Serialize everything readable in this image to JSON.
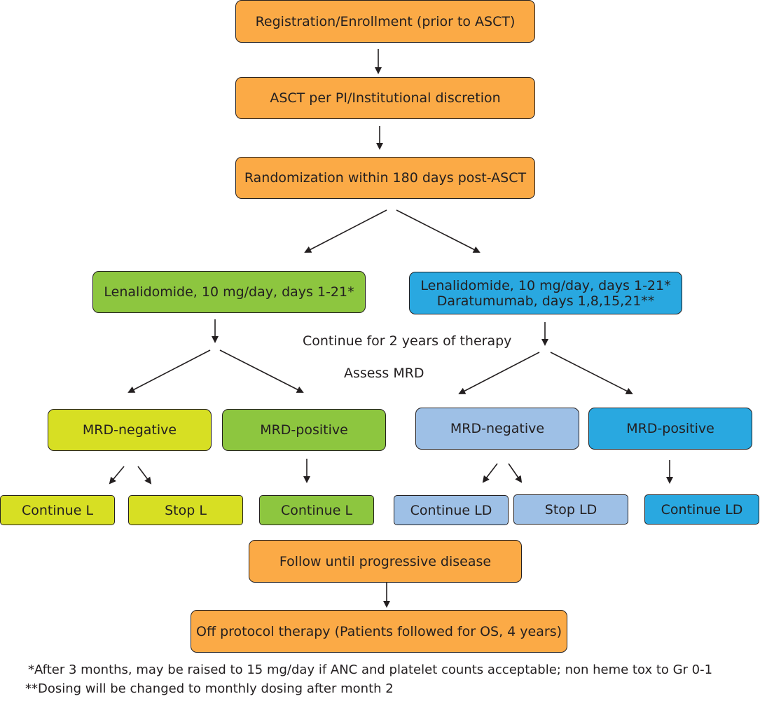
{
  "boxes": {
    "registration": "Registration/Enrollment (prior to ASCT)",
    "asct": "ASCT per PI/Institutional discretion",
    "randomization": "Randomization within 180 days post-ASCT",
    "arm_l": "Lenalidomide, 10 mg/day, days 1-21*",
    "arm_ld_line1": "Lenalidomide, 10 mg/day, days 1-21*",
    "arm_ld_line2": "Daratumumab, days 1,8,15,21**",
    "l_mrd_negative": "MRD-negative",
    "l_mrd_positive": "MRD-positive",
    "ld_mrd_negative": "MRD-negative",
    "ld_mrd_positive": "MRD-positive",
    "l_neg_continue": "Continue L",
    "l_neg_stop": "Stop L",
    "l_pos_continue": "Continue L",
    "ld_neg_continue": "Continue LD",
    "ld_neg_stop": "Stop LD",
    "ld_pos_continue": "Continue LD",
    "follow": "Follow until progressive disease",
    "off_protocol": "Off protocol therapy (Patients followed for OS, 4 years)"
  },
  "labels": {
    "continue_2_years": "Continue for 2 years of therapy",
    "assess_mrd": "Assess MRD"
  },
  "footnotes": {
    "note1": "*After 3 months, may be raised to 15 mg/day if ANC and platelet counts acceptable; non heme tox to Gr 0-1",
    "note2": "**Dosing will be changed to monthly dosing after month 2"
  },
  "colors": {
    "orange": "#fbaa46",
    "green": "#8dc63f",
    "blue": "#29a8e0",
    "lime": "#d7df23",
    "light_blue": "#9ec0e6"
  }
}
